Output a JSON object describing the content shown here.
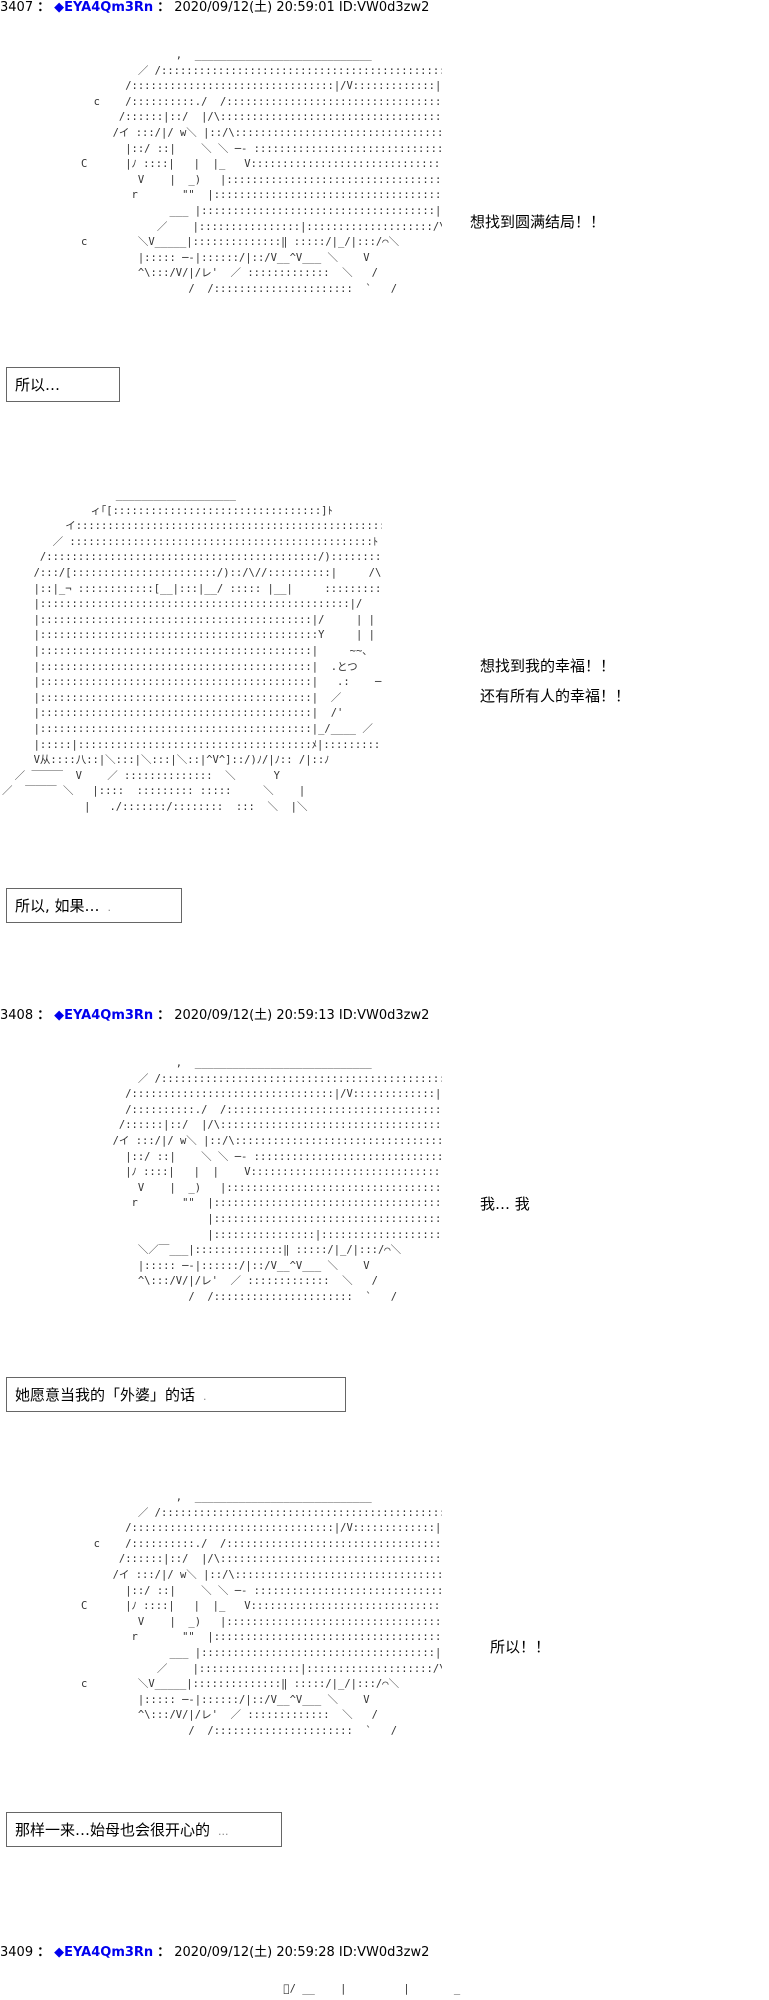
{
  "posts": [
    {
      "number": "3407",
      "name": "◆EYA4Qm3Rn",
      "datetime": "2020/09/12(土) 20:59:01",
      "id": "ID:VW0d3zw2"
    },
    {
      "number": "3408",
      "name": "◆EYA4Qm3Rn",
      "datetime": "2020/09/12(土) 20:59:13",
      "id": "ID:VW0d3zw2"
    },
    {
      "number": "3409",
      "name": "◆EYA4Qm3Rn",
      "datetime": "2020/09/12(土) 20:59:28",
      "id": "ID:VW0d3zw2"
    }
  ],
  "panels": [
    {
      "art": "                  ,  ____________________________\n            ／ /::::::::::::::::::::::::::::::::::::::::::::::::::＼\n          /::::::::::::::::::::::::::::::::|/V:::::::::::::|:V::::::V/ \\\n     c    /::::::::::./  /::::::::::::::::::::::::::::::::::::::::::::::::|\n         /::::::|::/  |/\\::::::::::::::::::::::::::::::::::::::::::::::|\n        /イ :::/|/ w＼ |::/\\::::::::::::::::::::::::::::::::::::::::::|\n          |::/ ::|    ＼ ＼ ─‐ ::::::::::::::::::::::::::::::::::::::::|\n   C      |ﾉ ::::|   |  |_   V::::::::::::::::::::::::::::::::::::|\n            V    |  _)   |:::::::::::::::::::::::::::::::::::::|\n           r       \"\"  |:::::::::::::::::::::::::::::::::::::|\n                 ___ |:::::::::::::::::::::::::::::::::::::|\n               ／    |::::::::::::::::|::::::::::::::::::::/\\/\n   c        ＼V_____|::::::::::::::‖ :::::/|_/|:::/⌒＼\n            |::::: ─‐|::::::/|::/V__^V___ ＼    V\n            ^\\:::/V/|/レ'  ／ :::::::::::::  ＼   /\n                    /  /::::::::::::::::::::::  `   /",
      "lines": [
        "想找到圆满结局！！"
      ],
      "caption": "所以…"
    },
    {
      "art": "                  ___________________\n              ィ｢[:::::::::::::::::::::::::::::::::]ﾄ\n          イ::::::::::::::::::::::::::::::::::::::::::::::::::＼\n        ／ ::::::::::::::::::::::::::::::::::::::::::::::::ﾄ :::::/\\\n      /:::::::::::::::::::::::::::::::::::::::::::/)::::::::::|    V___/\\\n     /:::/[:::::::::::::::::::::::/)::/\\//::::::::::|     /\\::::::::\n     |::|_¬ ::::::::::::[__|:::|__/ ::::: |__|     :::::::::::\n     |:::::::::::::::::::::::::::::::::::::::::::::::::|/    ／ ::::ﾄ |\n     |:::::::::::::::::::::::::::::::::::::::::::|/     | |    V::|\n     |::::::::::::::::::::::::::::::::::::::::::::Y     | |     V\n     |:::::::::::::::::::::::::::::::::::::::::::|     ~~､   ＼__\n     |:::::::::::::::::::::::::::::::::::::::::::|  .とつ          /\n     |:::::::::::::::::::::::::::::::::::::::::::|   .:    ─  、   /\n     |:::::::::::::::::::::::::::::::::::::::::::|  ／          .| /\n     |:::::::::::::::::::::::::::::::::::::::::::|  /'        ／\n     |:::::::::::::::::::::::::::::::::::::::::::|_/____ ／\n     |:::::|:::::::::::::::::::::::::::::::::::::ﾒ|::::::::::::::|\n     V从::::八::|＼:::|＼:::|＼::|^V^]::/)ﾉ/|ﾉ:: /|::ﾉ\n  ／ ￣￣￣  V    ／ ::::::::::::::  ＼      Y\n／  ￣￣￣ ＼   |::::  ::::::::: :::::     ＼    |\n             |   ./:::::::/::::::::  :::  ＼  |＼",
      "lines": [
        "想找到我的幸福！！",
        "还有所有人的幸福！！"
      ],
      "caption": "所以, 如果…"
    },
    {
      "art": "                  ,  ____________________________\n            ／ /::::::::::::::::::::::::::::::::::::::::::::::::::＼\n          /::::::::::::::::::::::::::::::::|/V:::::::::::::|:V::::::V/ \\\n          /::::::::::./  /::::::::::::::::::::::::::::::::::::::::::::::::|\n         /::::::|::/  |/\\::::::::::::::::::::::::::::::::::::::::::::::|\n        /イ :::/|/ w＼ |::/\\::::::::::::::::::::::::::::::::::::::::::|\n          |::/ ::|    ＼ ＼ ─‐ ::::::::::::::::::::::::::::::::::::::::|\n          |ﾉ ::::|   |  |    V::::::::::::::::::::::::::::::::::::|\n            V    |  _)   |:::::::::::::::::::::::::::::::::::::|\n           r       \"\"  |:::::::::::::::::::::::::::::::::::::|\n                       |:::::::::::::::::::::::::::::::::::::|\n                       |::::::::::::::::|::::::::::::::::::::/\\/\n            ＼／￣___|::::::::::::::‖ :::::/|_/|:::/⌒＼\n            |::::: ─‐|::::::/|::/V__^V___ ＼    V\n            ^\\:::/V/|/レ'  ／ :::::::::::::  ＼   /\n                    /  /::::::::::::::::::::::  `   /",
      "lines": [
        "我… 我"
      ],
      "caption": "她愿意当我的「外婆」的话"
    },
    {
      "art": "                  ,  ____________________________\n            ／ /::::::::::::::::::::::::::::::::::::::::::::::::::＼\n          /::::::::::::::::::::::::::::::::|/V:::::::::::::|:V::::::V/ \\\n     c    /::::::::::./  /::::::::::::::::::::::::::::::::::::::::::::::::|\n         /::::::|::/  |/\\::::::::::::::::::::::::::::::::::::::::::::::|\n        /イ :::/|/ w＼ |::/\\::::::::::::::::::::::::::::::::::::::::::|\n          |::/ ::|    ＼ ＼ ─‐ ::::::::::::::::::::::::::::::::::::::::|\n   C      |ﾉ ::::|   |  |_   V::::::::::::::::::::::::::::::::::::|\n            V    |  _)   |:::::::::::::::::::::::::::::::::::::|\n           r       \"\"  |:::::::::::::::::::::::::::::::::::::|\n                 ___ |:::::::::::::::::::::::::::::::::::::|\n               ／    |::::::::::::::::|::::::::::::::::::::/\\/\n   c        ＼V_____|::::::::::::::‖ :::::/|_/|:::/⌒＼\n            |::::: ─‐|::::::/|::/V__^V___ ＼    V\n            ^\\:::/V/|/レ'  ／ :::::::::::::  ＼   /\n                    /  /::::::::::::::::::::::  `   /",
      "lines": [
        "所以！！"
      ],
      "caption": "那样一来…始母也会很开心的"
    },
    {
      "art": "                                   ﾞ/ __    |         |       _",
      "lines": [],
      "caption": ""
    }
  ]
}
